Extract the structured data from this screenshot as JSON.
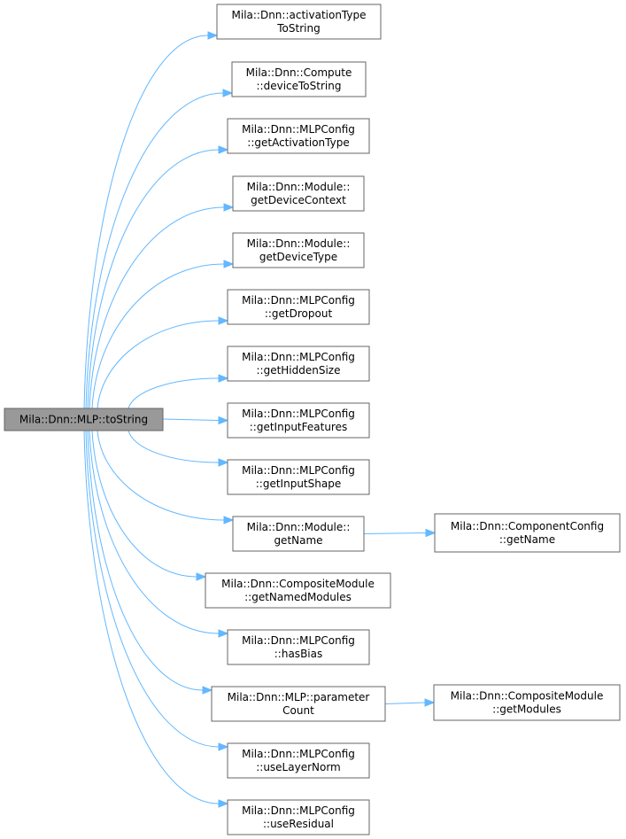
{
  "colors": {
    "edge": "#63b8ff",
    "root_fill": "#999999",
    "border": "#666666",
    "node_fill": "#ffffff"
  },
  "root": {
    "lines": [
      "Mila::Dnn::MLP::toString"
    ]
  },
  "callees": [
    {
      "lines": [
        "Mila::Dnn::activationType",
        "ToString"
      ]
    },
    {
      "lines": [
        "Mila::Dnn::Compute",
        "::deviceToString"
      ]
    },
    {
      "lines": [
        "Mila::Dnn::MLPConfig",
        "::getActivationType"
      ]
    },
    {
      "lines": [
        "Mila::Dnn::Module::",
        "getDeviceContext"
      ]
    },
    {
      "lines": [
        "Mila::Dnn::Module::",
        "getDeviceType"
      ]
    },
    {
      "lines": [
        "Mila::Dnn::MLPConfig",
        "::getDropout"
      ]
    },
    {
      "lines": [
        "Mila::Dnn::MLPConfig",
        "::getHiddenSize"
      ]
    },
    {
      "lines": [
        "Mila::Dnn::MLPConfig",
        "::getInputFeatures"
      ]
    },
    {
      "lines": [
        "Mila::Dnn::MLPConfig",
        "::getInputShape"
      ]
    },
    {
      "lines": [
        "Mila::Dnn::Module::",
        "getName"
      ]
    },
    {
      "lines": [
        "Mila::Dnn::CompositeModule",
        "::getNamedModules"
      ]
    },
    {
      "lines": [
        "Mila::Dnn::MLPConfig",
        "::hasBias"
      ]
    },
    {
      "lines": [
        "Mila::Dnn::MLP::parameter",
        "Count"
      ]
    },
    {
      "lines": [
        "Mila::Dnn::MLPConfig",
        "::useLayerNorm"
      ]
    },
    {
      "lines": [
        "Mila::Dnn::MLPConfig",
        "::useResidual"
      ]
    }
  ],
  "secondary": [
    {
      "lines": [
        "Mila::Dnn::ComponentConfig",
        "::getName"
      ]
    },
    {
      "lines": [
        "Mila::Dnn::CompositeModule",
        "::getModules"
      ]
    }
  ]
}
